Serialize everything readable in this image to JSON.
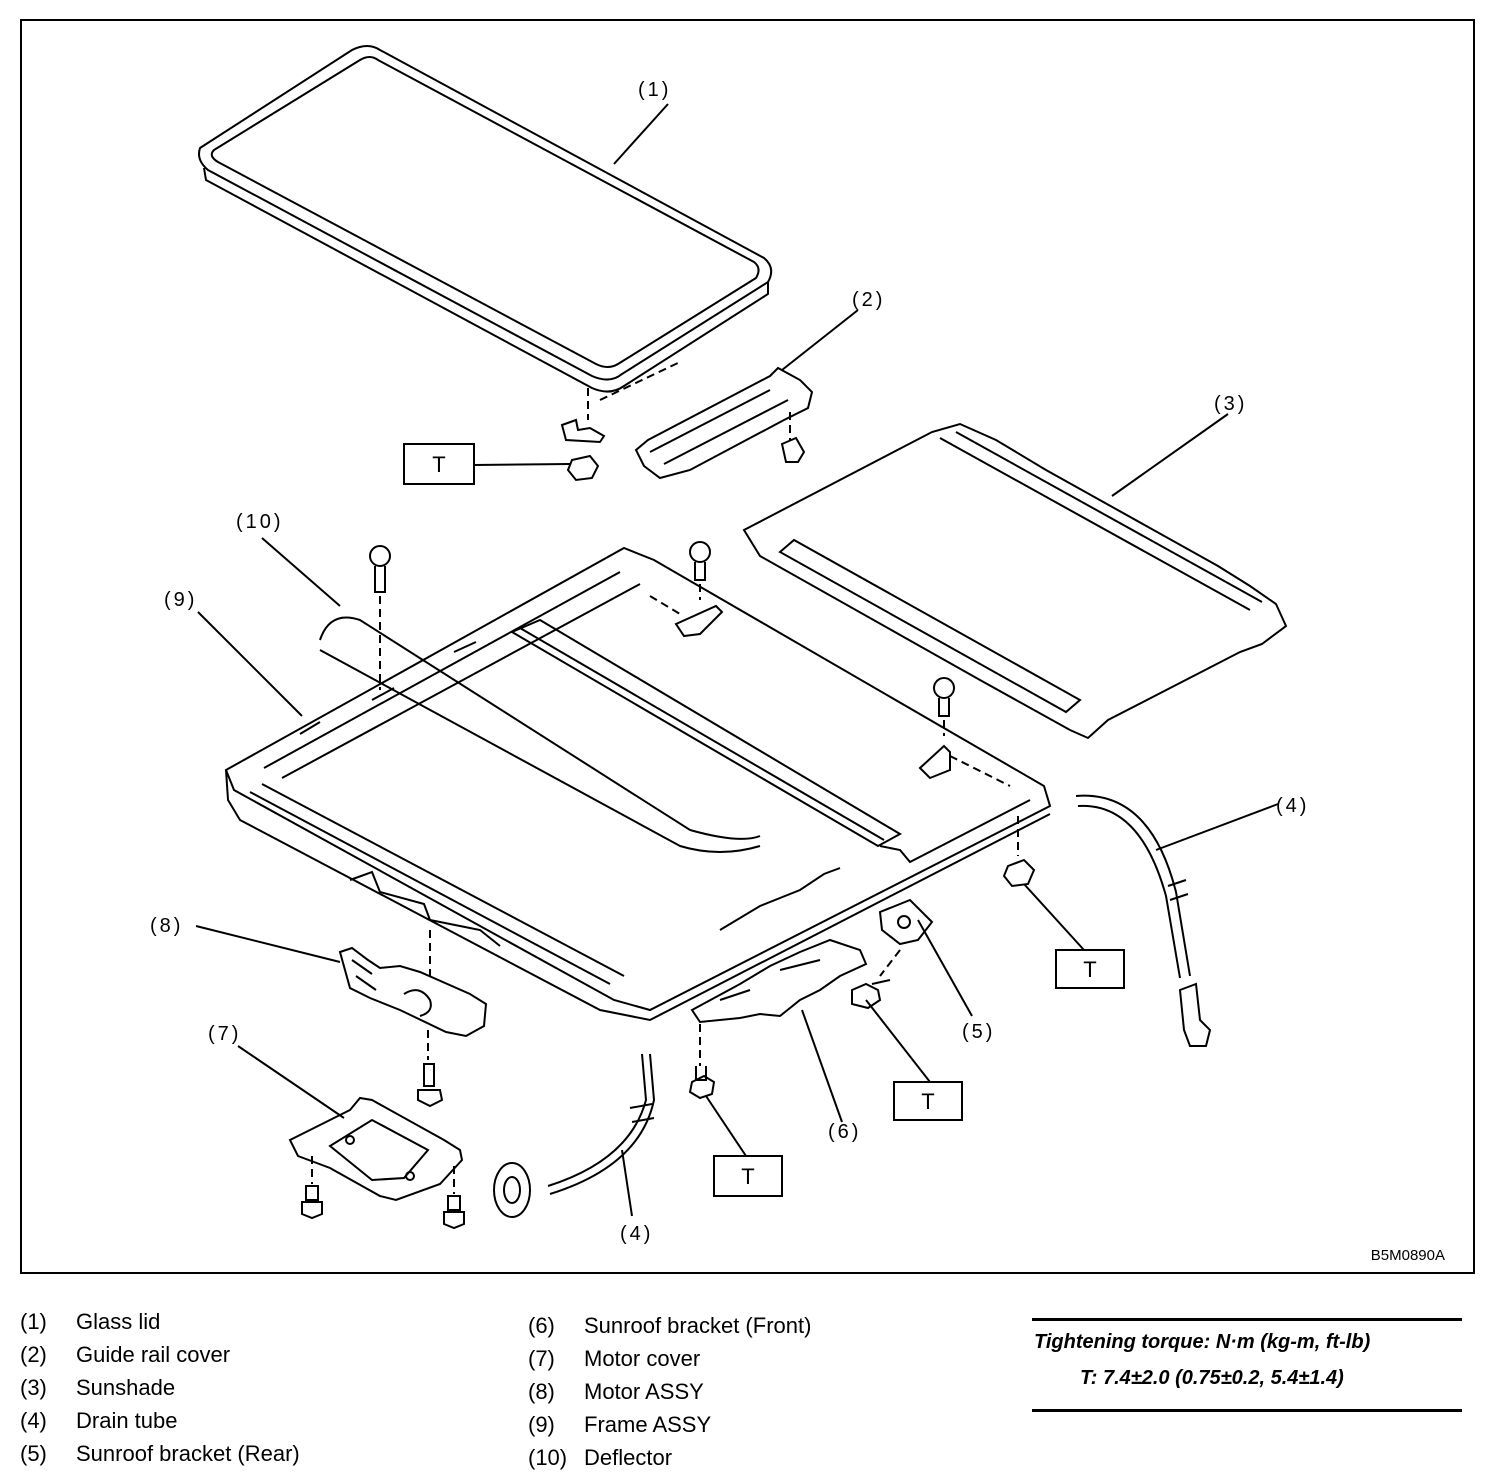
{
  "diagram": {
    "ref_code": "B5M0890A",
    "callouts": {
      "c1": "(1)",
      "c2": "(2)",
      "c3": "(3)",
      "c4a": "(4)",
      "c4b": "(4)",
      "c5": "(5)",
      "c6": "(6)",
      "c7": "(7)",
      "c8": "(8)",
      "c9": "(9)",
      "c10": "(10)"
    },
    "torque_marker": "T"
  },
  "legend": {
    "left": [
      {
        "num": "(1)",
        "label": "Glass lid"
      },
      {
        "num": "(2)",
        "label": "Guide rail cover"
      },
      {
        "num": "(3)",
        "label": "Sunshade"
      },
      {
        "num": "(4)",
        "label": "Drain tube"
      },
      {
        "num": "(5)",
        "label": "Sunroof bracket (Rear)"
      }
    ],
    "right": [
      {
        "num": "(6)",
        "label": "Sunroof bracket (Front)"
      },
      {
        "num": "(7)",
        "label": "Motor cover"
      },
      {
        "num": "(8)",
        "label": "Motor ASSY"
      },
      {
        "num": "(9)",
        "label": "Frame ASSY"
      },
      {
        "num": "(10)",
        "label": "Deflector"
      }
    ]
  },
  "torque": {
    "title": "Tightening torque: N·m (kg-m, ft-lb)",
    "value": "T: 7.4±2.0 (0.75±0.2, 5.4±1.4)"
  }
}
